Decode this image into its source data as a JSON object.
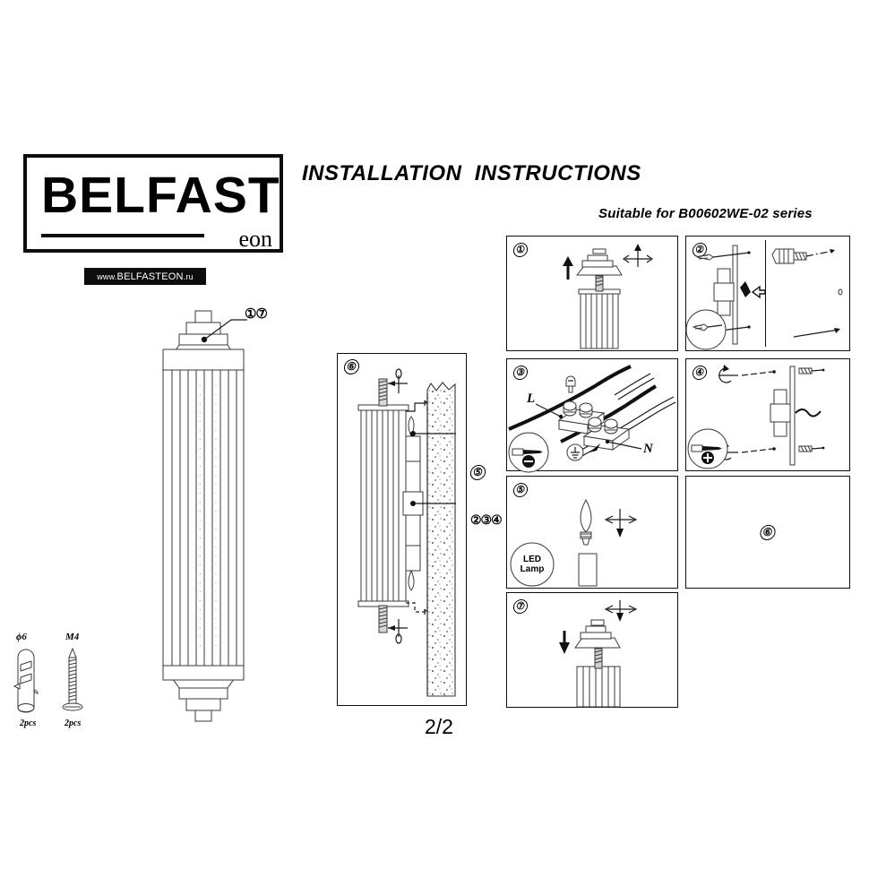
{
  "document": {
    "title": "INSTALLATION  INSTRUCTIONS",
    "model_line": "Suitable for B00602WE-02 series",
    "page_number": "2/2"
  },
  "brand": {
    "wordmark": "BELFAST",
    "sub_wordmark": "eon",
    "website_prefix": "www.",
    "website_main": "BELFASTEON",
    "website_tld": ".ru",
    "website_full": "www.BELFASTEON.ru"
  },
  "product": {
    "callout_label": "①⑦",
    "description": "ribbed cylindrical wall lamp"
  },
  "wall_panel": {
    "marker": "⑥",
    "callouts": [
      {
        "label": "⑤"
      },
      {
        "label": "②③④"
      }
    ]
  },
  "hardware": [
    {
      "name": "wall-plug",
      "label": "ϕ6",
      "qty": "2pcs"
    },
    {
      "name": "screw",
      "label": "M4",
      "qty": "2pcs"
    }
  ],
  "steps": [
    {
      "num": "①",
      "name": "remove-top-cap",
      "has_content": true
    },
    {
      "num": "②",
      "name": "drill-and-insert-plug",
      "has_content": true,
      "split": true
    },
    {
      "num": "③",
      "name": "wire-terminal-block",
      "has_content": true,
      "labels": {
        "live": "L",
        "neutral": "N",
        "earth": "earth-symbol"
      }
    },
    {
      "num": "④",
      "name": "fix-bracket-screws",
      "has_content": true
    },
    {
      "num": "⑤",
      "name": "install-lamp",
      "has_content": true,
      "badge": {
        "line1": "LED",
        "line2": "Lamp"
      }
    },
    {
      "num": "⑥",
      "name": "mounted-overview",
      "has_content": false
    },
    {
      "num": "⑦",
      "name": "refit-top-cap",
      "has_content": true
    }
  ],
  "colors": {
    "ink": "#0d0d0d",
    "line": "#3a3a3a",
    "paper": "#ffffff",
    "badge_bg": "#0d0d0d",
    "badge_fg": "#ffffff"
  }
}
